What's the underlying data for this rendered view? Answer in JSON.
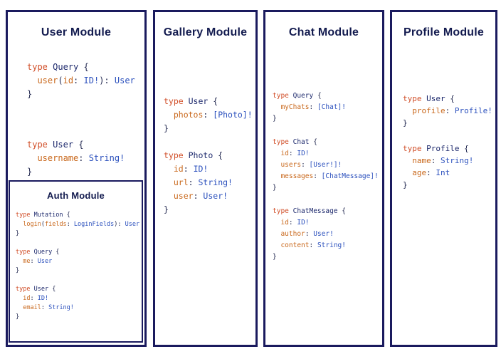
{
  "colors": {
    "border": "#1a1a5e",
    "title": "#131b4f",
    "keyword": "#d14e28",
    "type_name": "#1e2a6d",
    "field": "#c9681c",
    "type_ref": "#2b50bd",
    "punctuation": "#252b52"
  },
  "modules": [
    {
      "title": "User Module",
      "blocks": [
        [
          [
            [
              "kw",
              "type "
            ],
            [
              "tn",
              "Query"
            ],
            [
              "pu",
              " {"
            ]
          ],
          [
            [
              "pu",
              "  "
            ],
            [
              "fd",
              "user"
            ],
            [
              "pu",
              "("
            ],
            [
              "fd",
              "id"
            ],
            [
              "pu",
              ":"
            ],
            [
              "ty",
              " ID!"
            ],
            [
              "pu",
              "):"
            ],
            [
              "ty",
              " User"
            ]
          ],
          [
            [
              "pu",
              "}"
            ]
          ]
        ],
        [
          [
            [
              "kw",
              "type "
            ],
            [
              "tn",
              "User"
            ],
            [
              "pu",
              " {"
            ]
          ],
          [
            [
              "pu",
              "  "
            ],
            [
              "fd",
              "username"
            ],
            [
              "pu",
              ":"
            ],
            [
              "ty",
              " String!"
            ]
          ],
          [
            [
              "pu",
              "}"
            ]
          ]
        ]
      ],
      "nested": {
        "title": "Auth Module",
        "blocks": [
          [
            [
              [
                "kw",
                "type "
              ],
              [
                "tn",
                "Mutation"
              ],
              [
                "pu",
                " {"
              ]
            ],
            [
              [
                "pu",
                "  "
              ],
              [
                "fd",
                "login"
              ],
              [
                "pu",
                "("
              ],
              [
                "fd",
                "fields"
              ],
              [
                "pu",
                ":"
              ],
              [
                "ty",
                " LoginFields"
              ],
              [
                "pu",
                "):"
              ],
              [
                "ty",
                " User"
              ]
            ],
            [
              [
                "pu",
                "}"
              ]
            ]
          ],
          [
            [
              [
                "kw",
                "type "
              ],
              [
                "tn",
                "Query"
              ],
              [
                "pu",
                " {"
              ]
            ],
            [
              [
                "pu",
                "  "
              ],
              [
                "fd",
                "me"
              ],
              [
                "pu",
                ":"
              ],
              [
                "ty",
                " User"
              ]
            ],
            [
              [
                "pu",
                "}"
              ]
            ]
          ],
          [
            [
              [
                "kw",
                "type "
              ],
              [
                "tn",
                "User"
              ],
              [
                "pu",
                " {"
              ]
            ],
            [
              [
                "pu",
                "  "
              ],
              [
                "fd",
                "id"
              ],
              [
                "pu",
                ":"
              ],
              [
                "ty",
                " ID!"
              ]
            ],
            [
              [
                "pu",
                "  "
              ],
              [
                "fd",
                "email"
              ],
              [
                "pu",
                ":"
              ],
              [
                "ty",
                " String!"
              ]
            ],
            [
              [
                "pu",
                "}"
              ]
            ]
          ]
        ]
      }
    },
    {
      "title": "Gallery Module",
      "blocks": [
        [
          [
            [
              "kw",
              "type "
            ],
            [
              "tn",
              "User"
            ],
            [
              "pu",
              " {"
            ]
          ],
          [
            [
              "pu",
              "  "
            ],
            [
              "fd",
              "photos"
            ],
            [
              "pu",
              ":"
            ],
            [
              "ty",
              " [Photo]!"
            ]
          ],
          [
            [
              "pu",
              "}"
            ]
          ]
        ],
        [
          [
            [
              "kw",
              "type "
            ],
            [
              "tn",
              "Photo"
            ],
            [
              "pu",
              " {"
            ]
          ],
          [
            [
              "pu",
              "  "
            ],
            [
              "fd",
              "id"
            ],
            [
              "pu",
              ":"
            ],
            [
              "ty",
              " ID!"
            ]
          ],
          [
            [
              "pu",
              "  "
            ],
            [
              "fd",
              "url"
            ],
            [
              "pu",
              ":"
            ],
            [
              "ty",
              " String!"
            ]
          ],
          [
            [
              "pu",
              "  "
            ],
            [
              "fd",
              "user"
            ],
            [
              "pu",
              ":"
            ],
            [
              "ty",
              " User!"
            ]
          ],
          [
            [
              "pu",
              "}"
            ]
          ]
        ]
      ]
    },
    {
      "title": "Chat Module",
      "blocks": [
        [
          [
            [
              "kw",
              "type "
            ],
            [
              "tn",
              "Query"
            ],
            [
              "pu",
              " {"
            ]
          ],
          [
            [
              "pu",
              "  "
            ],
            [
              "fd",
              "myChats"
            ],
            [
              "pu",
              ":"
            ],
            [
              "ty",
              " [Chat]!"
            ]
          ],
          [
            [
              "pu",
              "}"
            ]
          ]
        ],
        [
          [
            [
              "kw",
              "type "
            ],
            [
              "tn",
              "Chat"
            ],
            [
              "pu",
              " {"
            ]
          ],
          [
            [
              "pu",
              "  "
            ],
            [
              "fd",
              "id"
            ],
            [
              "pu",
              ":"
            ],
            [
              "ty",
              " ID!"
            ]
          ],
          [
            [
              "pu",
              "  "
            ],
            [
              "fd",
              "users"
            ],
            [
              "pu",
              ":"
            ],
            [
              "ty",
              " [User!]!"
            ]
          ],
          [
            [
              "pu",
              "  "
            ],
            [
              "fd",
              "messages"
            ],
            [
              "pu",
              ":"
            ],
            [
              "ty",
              " [ChatMessage]!"
            ]
          ],
          [
            [
              "pu",
              "}"
            ]
          ]
        ],
        [
          [
            [
              "kw",
              "type "
            ],
            [
              "tn",
              "ChatMessage"
            ],
            [
              "pu",
              " {"
            ]
          ],
          [
            [
              "pu",
              "  "
            ],
            [
              "fd",
              "id"
            ],
            [
              "pu",
              ":"
            ],
            [
              "ty",
              " ID!"
            ]
          ],
          [
            [
              "pu",
              "  "
            ],
            [
              "fd",
              "author"
            ],
            [
              "pu",
              ":"
            ],
            [
              "ty",
              " User!"
            ]
          ],
          [
            [
              "pu",
              "  "
            ],
            [
              "fd",
              "content"
            ],
            [
              "pu",
              ":"
            ],
            [
              "ty",
              " String!"
            ]
          ],
          [
            [
              "pu",
              "}"
            ]
          ]
        ]
      ]
    },
    {
      "title": "Profile Module",
      "blocks": [
        [
          [
            [
              "kw",
              "type "
            ],
            [
              "tn",
              "User"
            ],
            [
              "pu",
              " {"
            ]
          ],
          [
            [
              "pu",
              "  "
            ],
            [
              "fd",
              "profile"
            ],
            [
              "pu",
              ":"
            ],
            [
              "ty",
              " Profile!"
            ]
          ],
          [
            [
              "pu",
              "}"
            ]
          ]
        ],
        [
          [
            [
              "kw",
              "type "
            ],
            [
              "tn",
              "Profile"
            ],
            [
              "pu",
              " {"
            ]
          ],
          [
            [
              "pu",
              "  "
            ],
            [
              "fd",
              "name"
            ],
            [
              "pu",
              ":"
            ],
            [
              "ty",
              " String!"
            ]
          ],
          [
            [
              "pu",
              "  "
            ],
            [
              "fd",
              "age"
            ],
            [
              "pu",
              ":"
            ],
            [
              "ty",
              " Int"
            ]
          ],
          [
            [
              "pu",
              "}"
            ]
          ]
        ]
      ]
    }
  ]
}
